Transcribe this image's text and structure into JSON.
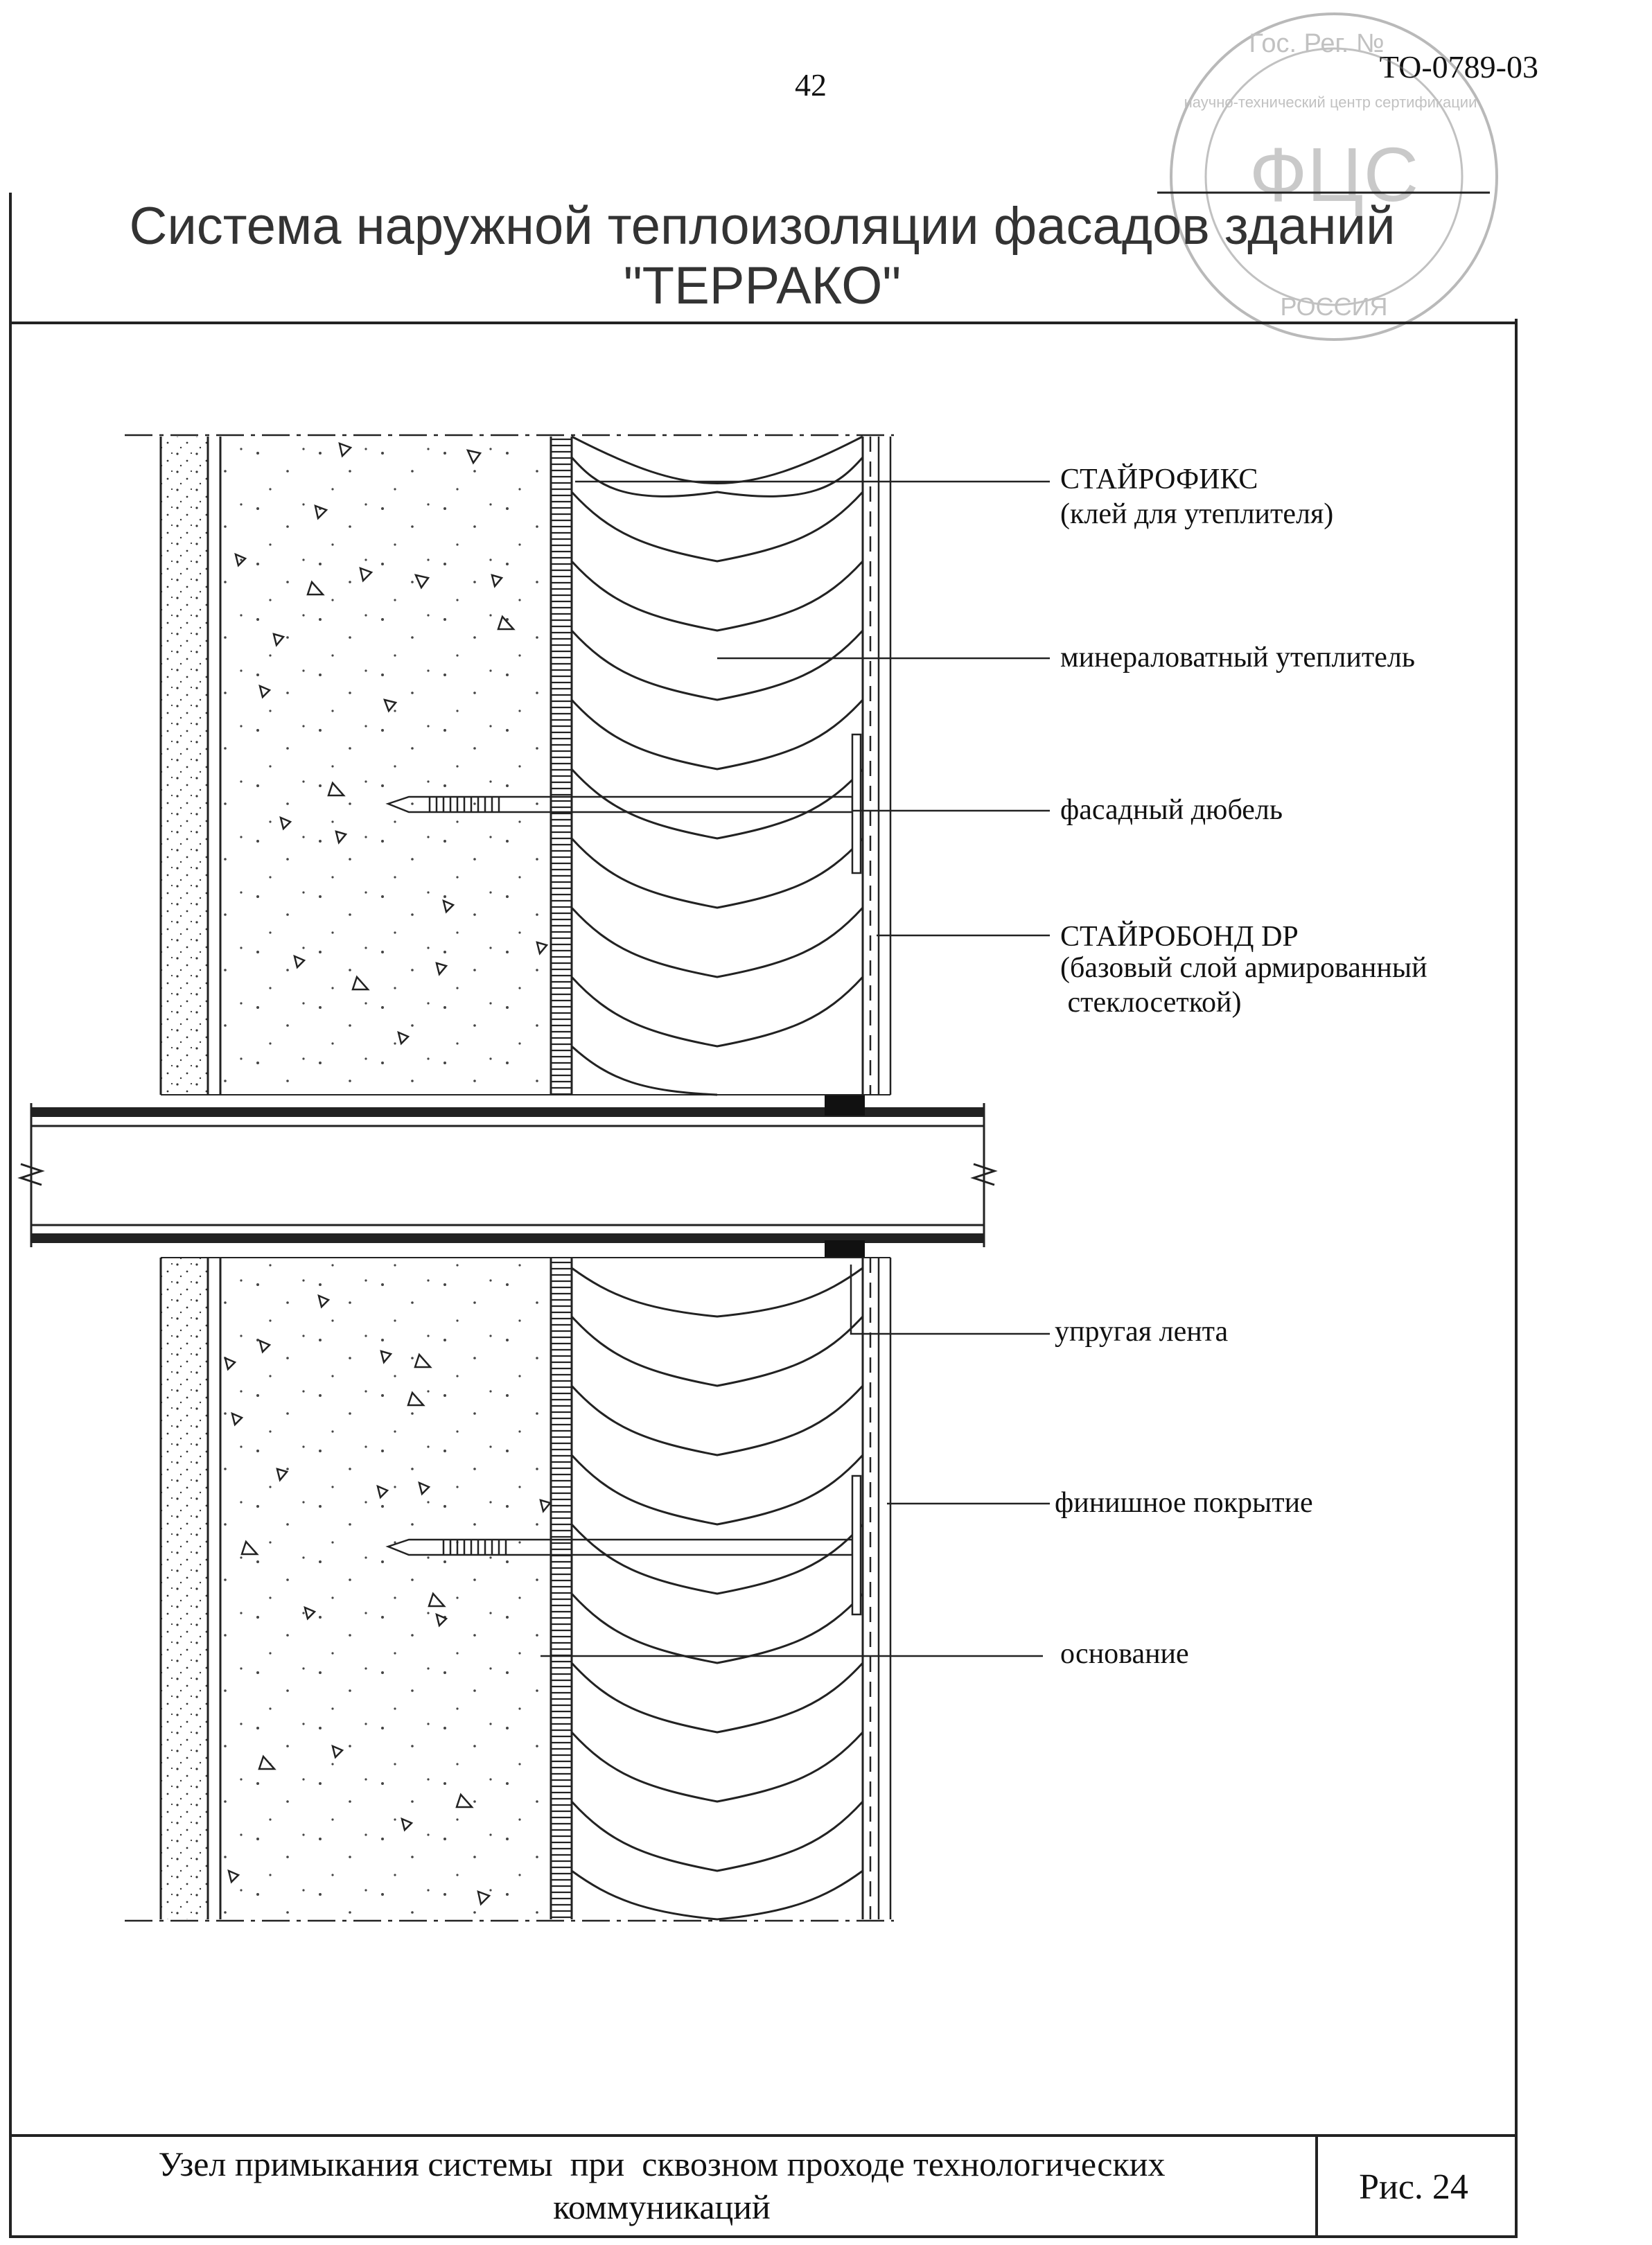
{
  "header": {
    "page_number": "42",
    "doc_code": "ТО-0789-03"
  },
  "stamp": {
    "text_top": "Гос. Рег. №",
    "text_mid": "научно-технический центр сертификации",
    "center": "ФЦС",
    "text_bottom": "РОССИЯ"
  },
  "title": {
    "line1": "Система наружной теплоизоляции фасадов зданий",
    "line2": "\"ТЕРРАКО\""
  },
  "labels": [
    {
      "id": "stayrofix",
      "line1": "СТАЙРОФИКС",
      "line2": "(клей для утеплителя)"
    },
    {
      "id": "insulation",
      "line1": "минераловатный утеплитель"
    },
    {
      "id": "dowel",
      "line1": "фасадный дюбель"
    },
    {
      "id": "stayrobond",
      "line1": "СТАЙРОБОНД   DP",
      "line2": "(базовый слой армированный",
      "line3": " стеклосеткой)"
    },
    {
      "id": "tape",
      "line1": "упругая лента"
    },
    {
      "id": "finish",
      "line1": "финишное покрытие"
    },
    {
      "id": "base",
      "line1": "основание"
    }
  ],
  "footer": {
    "caption_line1": "Узел примыкания системы  при  сквозном проходе технологических",
    "caption_line2": "коммуникаций",
    "figure": "Рис. 24"
  }
}
